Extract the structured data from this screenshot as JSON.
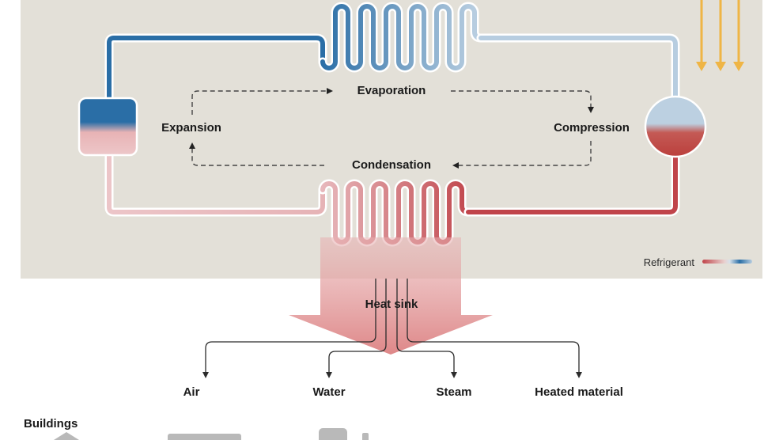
{
  "diagram": {
    "title": "Heat pump refrigeration cycle",
    "stages": {
      "evaporation": "Evaporation",
      "compression": "Compression",
      "condensation": "Condensation",
      "expansion": "Expansion"
    },
    "heat_sink_label": "Heat sink",
    "outputs": [
      "Air",
      "Water",
      "Steam",
      "Heated material"
    ],
    "applications_heading": "Buildings",
    "legend": {
      "label": "Refrigerant",
      "hot_color": "#c0444a",
      "cold_color": "#2a6ea6"
    },
    "colors": {
      "panel_bg": "#e3e0d8",
      "cold_pipe": "#2a6ea6",
      "cool_pipe": "#b7cde0",
      "hot_pipe": "#c0444a",
      "warm_pipe": "#e8b9bd",
      "heat_source_arrows": "#efb545",
      "heat_sink_arrow": "#e08d8f",
      "icon_gray": "#b9b9b9"
    }
  }
}
